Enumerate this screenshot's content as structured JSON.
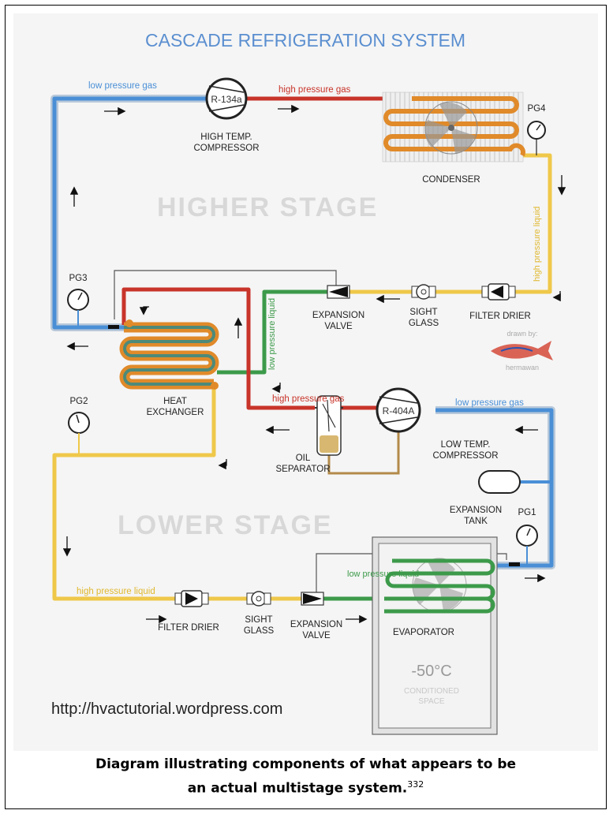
{
  "title": "CASCADE REFRIGERATION SYSTEM",
  "stages": {
    "higher": "HIGHER STAGE",
    "lower": "LOWER STAGE"
  },
  "labels": {
    "low_pressure_gas_top": "low pressure gas",
    "high_pressure_gas_top": "high pressure gas",
    "high_pressure_liquid_right": "high pressure liquid",
    "low_pressure_liquid_mid": "low pressure liquid",
    "high_pressure_gas_mid": "high pressure gas",
    "low_pressure_gas_right": "low pressure gas",
    "high_pressure_liquid_bottom": "high pressure liquid",
    "low_pressure_liquid_bottom": "low pressure liquid"
  },
  "components": {
    "high_comp_refrigerant": "R-134a",
    "high_comp_name_1": "HIGH TEMP.",
    "high_comp_name_2": "COMPRESSOR",
    "condenser": "CONDENSER",
    "pg1": "PG1",
    "pg2": "PG2",
    "pg3": "PG3",
    "pg4": "PG4",
    "exp_valve_top_1": "EXPANSION",
    "exp_valve_top_2": "VALVE",
    "sight_glass_top_1": "SIGHT",
    "sight_glass_top_2": "GLASS",
    "filter_drier_top": "FILTER DRIER",
    "heat_exchanger_1": "HEAT",
    "heat_exchanger_2": "EXCHANGER",
    "low_comp_refrigerant": "R-404A",
    "low_comp_name_1": "LOW TEMP.",
    "low_comp_name_2": "COMPRESSOR",
    "oil_sep_1": "OIL",
    "oil_sep_2": "SEPARATOR",
    "exp_tank_1": "EXPANSION",
    "exp_tank_2": "TANK",
    "evaporator": "EVAPORATOR",
    "temperature": "-50°C",
    "space_1": "CONDITIONED",
    "space_2": "SPACE",
    "filter_drier_bottom": "FILTER DRIER",
    "sight_glass_bottom_1": "SIGHT",
    "sight_glass_bottom_2": "GLASS",
    "exp_valve_bottom_1": "EXPANSION",
    "exp_valve_bottom_2": "VALVE"
  },
  "credit": {
    "line1": "drawn by:",
    "line2": "hermawan"
  },
  "url": "http://hvactutorial.wordpress.com",
  "caption": {
    "line1": "Diagram illustrating components of what appears to be",
    "line2": "an actual multistage system.",
    "ref": "332"
  },
  "colors": {
    "low_gas": "#4a8fd6",
    "high_gas": "#c8342a",
    "high_liquid": "#efc84a",
    "low_liquid": "#3c9a4a",
    "coil": "#e08a2a",
    "title": "#5b8fd0",
    "stage": "#d6d6d6"
  }
}
